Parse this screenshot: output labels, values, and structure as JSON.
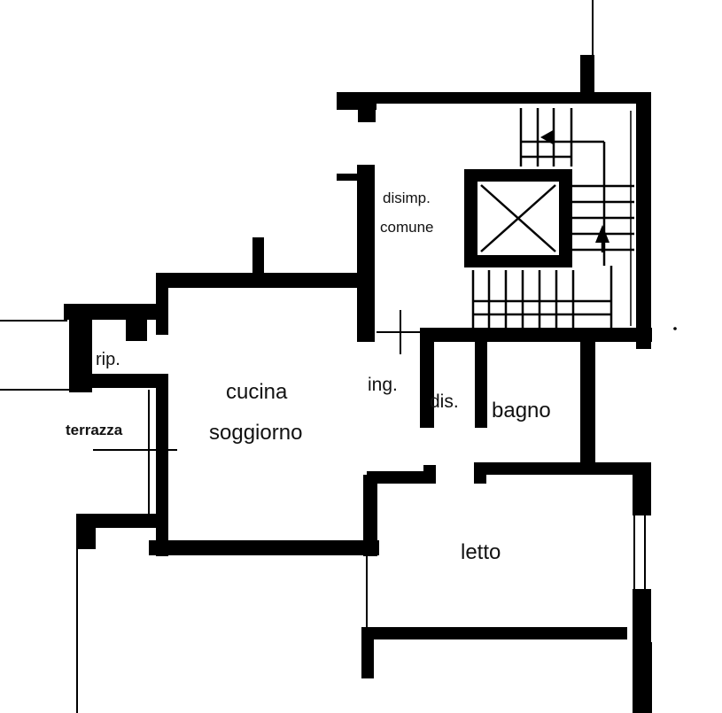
{
  "colors": {
    "walls": "#000000",
    "background": "#ffffff",
    "text": "#111111"
  },
  "rooms": {
    "disimp": "disimp.",
    "comune": "comune",
    "rip": "rip.",
    "cucina": "cucina",
    "soggiorno": "soggiorno",
    "ing": "ing.",
    "dis": "dis.",
    "bagno": "bagno",
    "terrazza": "terrazza",
    "letto": "letto"
  },
  "icons": {
    "lift": "elevator-shaft-icon",
    "stairs": "staircase-icon",
    "stair_direction": "up-arrow-icon"
  }
}
